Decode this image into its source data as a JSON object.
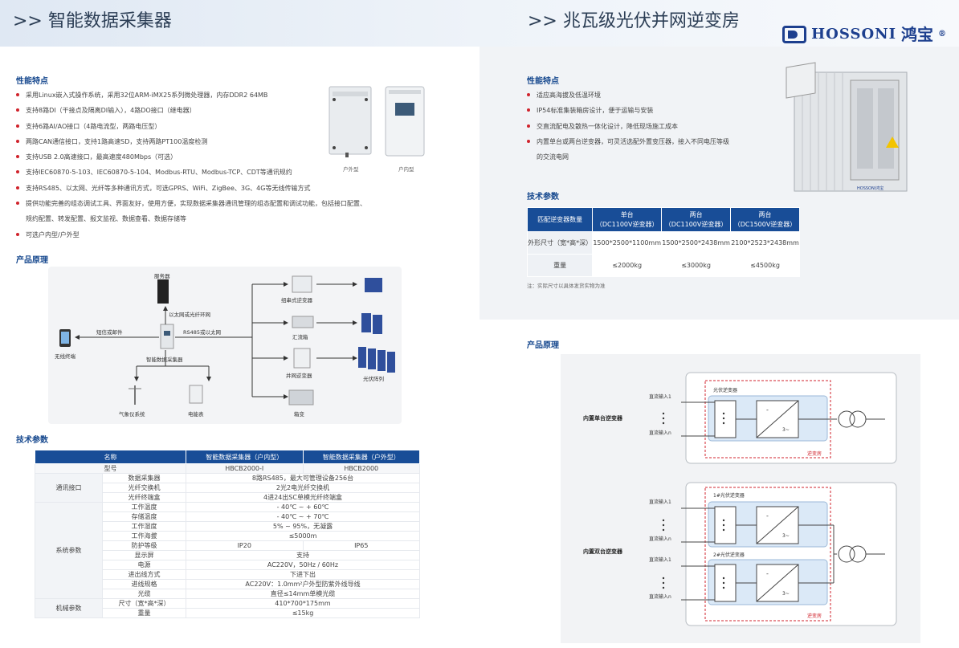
{
  "left": {
    "header": ">> 智能数据采集器",
    "features_title": "性能特点",
    "features": [
      "采用Linux嵌入式操作系统，采用32位ARM-iMX25系列微处理器，内存DDR2 64MB",
      "支持8路DI（干接点及隔离DI输入），4路DO接口（继电器）",
      "支持6路AI/AO接口（4路电流型，两路电压型）",
      "两路CAN通信接口，支持1路高速SD，支持两路PT100温度检测",
      "支持USB 2.0高速接口，最高速度480Mbps（可选）",
      "支持IEC60870-5-103、IEC60870-5-104、Modbus-RTU、Modbus-TCP、CDT等通讯规约",
      "支持RS485、以太网、光纤等多种通讯方式，可选GPRS、WiFi、ZigBee、3G、4G等无线传输方式",
      "提供功能完善的组态调试工具、界面友好，使用方便，实现数据采集器通讯管理的组态配置和调试功能，包括接口配置、",
      "规约配置、转发配置、报文监视、数据查看、数据存储等",
      "可选户内型/户外型"
    ],
    "img_captions": [
      "户外型",
      "户内型"
    ],
    "principle_title": "产品原理",
    "diagram": {
      "server": "服务器",
      "ethernet_fiber": "以太网或光纤环网",
      "sms_mail": "短信或邮件",
      "wireless": "无线终端",
      "rs485": "RS485或以太网",
      "collector": "智能数据采集器",
      "string_inv": "组串式逆变器",
      "combiner": "汇流箱",
      "grid_inv": "并网逆变器",
      "pv_array": "光伏阵列",
      "transformer": "箱变",
      "weather": "气象仪系统",
      "meter": "电能表"
    },
    "spec_title": "技术参数",
    "spec": {
      "headers": [
        "名称",
        "智能数据采集器（户内型）",
        "智能数据采集器（户外型）"
      ],
      "model_label": "型号",
      "models": [
        "HBCB2000-I",
        "HBCB2000"
      ],
      "groups": [
        {
          "name": "通讯接口",
          "rows": [
            [
              "数据采集器",
              "8路RS485，最大可管理设备256台"
            ],
            [
              "光纤交换机",
              "2光2电光纤交换机"
            ],
            [
              "光纤终端盒",
              "4进24出SC单模光纤终端盒"
            ]
          ]
        },
        {
          "name": "系统参数",
          "rows": [
            [
              "工作温度",
              "- 40℃ ~ + 60℃"
            ],
            [
              "存储温度",
              "- 40℃ ~ + 70℃"
            ],
            [
              "工作湿度",
              "5% ~ 95%，无凝露"
            ],
            [
              "工作海拔",
              "≤5000m"
            ],
            [
              "防护等级",
              "IP20",
              "IP65"
            ],
            [
              "显示屏",
              "支持"
            ],
            [
              "电源",
              "AC220V，50Hz / 60Hz"
            ],
            [
              "进出线方式",
              "下进下出"
            ],
            [
              "进线规格",
              "AC220V：1.0mm²户外型防紫外线导线"
            ],
            [
              "光缆",
              "直径≤14mm单模光缆"
            ]
          ]
        },
        {
          "name": "机械参数",
          "rows": [
            [
              "尺寸（宽*高*深）",
              "410*700*175mm"
            ],
            [
              "重量",
              "≤15kg"
            ]
          ]
        }
      ]
    }
  },
  "right": {
    "header": ">> 兆瓦级光伏并网逆变房",
    "logo_name": "HOSSONI",
    "logo_cn": "鸿宝",
    "logo_reg": "®",
    "features_title": "性能特点",
    "features": [
      "适应高海拔及低温环境",
      "IP54标准集装箱房设计，便于运输与安装",
      "交直流配电及散热一体化设计，降低现场施工成本",
      "内置单台或两台逆变器，可灵活选配外置变压器，接入不同电压等级",
      "的交流电网"
    ],
    "container_brand": "HOSSONI鸿宝",
    "spec_title": "技术参数",
    "spec": {
      "headers": [
        "匹配逆变器数量",
        "单台\n（DC1100V逆变器）",
        "两台\n（DC1100V逆变器）",
        "两台\n（DC1500V逆变器）"
      ],
      "rows": [
        [
          "外形尺寸（宽*高*深）",
          "1500*2500*1100mm",
          "1500*2500*2438mm",
          "2100*2523*2438mm"
        ],
        [
          "重量",
          "≤2000kg",
          "≤3000kg",
          "≤4500kg"
        ]
      ]
    },
    "note": "注：实际尺寸以具体发货实物为准",
    "principle_title": "产品原理",
    "single": {
      "label": "内置单台逆变器",
      "inv": "光伏逆变器",
      "in1": "直流输入1",
      "inn": "直流输入n",
      "room": "逆变房"
    },
    "double": {
      "label": "内置双台逆变器",
      "inv1": "1#光伏逆变器",
      "inv2": "2#光伏逆变器",
      "in1": "直流输入1",
      "inn": "直流输入n",
      "room": "逆变房"
    },
    "dc_symbol": "-",
    "ac_symbol": "3~"
  }
}
